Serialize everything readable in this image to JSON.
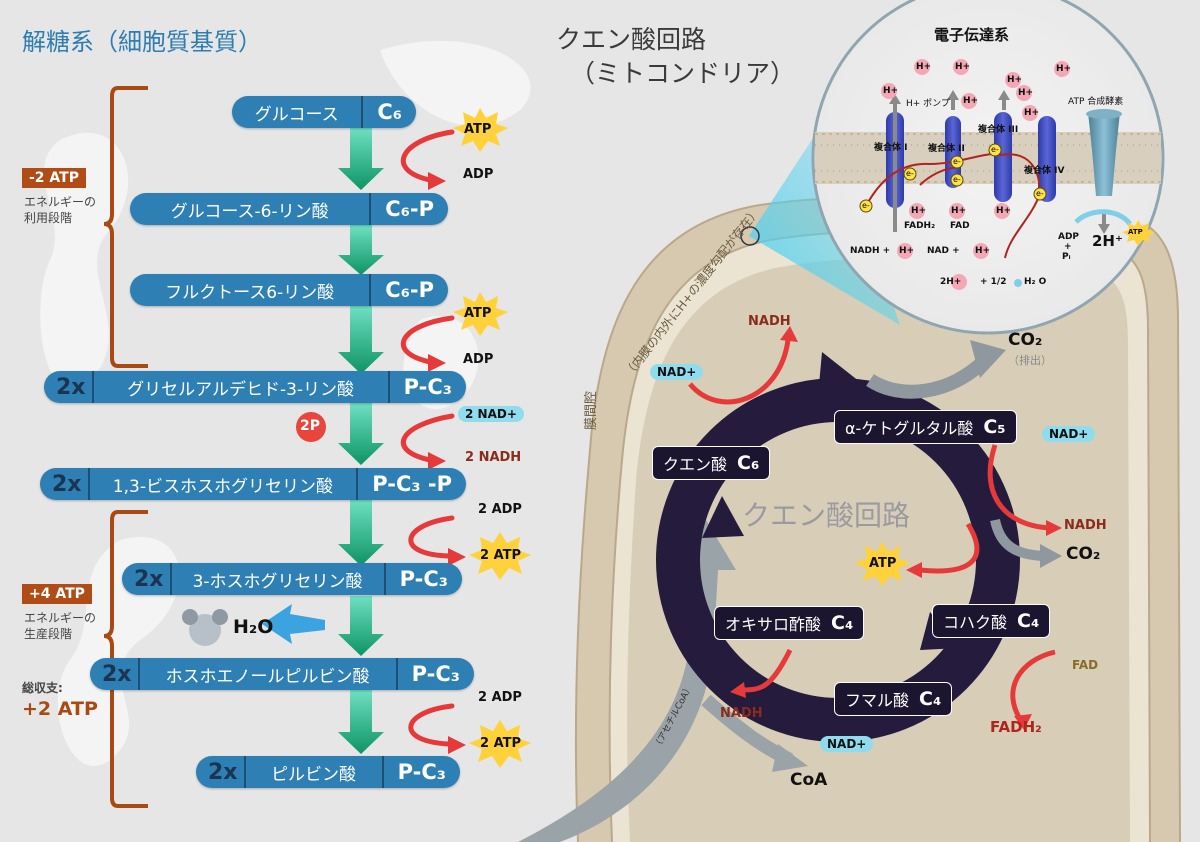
{
  "glycolysis": {
    "title": "解糖系（細胞質基質）",
    "steps": [
      {
        "name": "グルコース",
        "formula": "C₆",
        "mult": ""
      },
      {
        "name": "グルコース-6-リン酸",
        "formula": "C₆-P",
        "mult": ""
      },
      {
        "name": "フルクトース6-リン酸",
        "formula": "C₆-P",
        "mult": ""
      },
      {
        "name": "グリセルアルデヒド-3-リン酸",
        "formula": "P-C₃",
        "mult": "2x"
      },
      {
        "name": "1,3-ビスホスホグリセリン酸",
        "formula": "P-C₃ -P",
        "mult": "2x"
      },
      {
        "name": "3-ホスホグリセリン酸",
        "formula": "P-C₃",
        "mult": "2x"
      },
      {
        "name": "ホスホエノールピルビン酸",
        "formula": "P-C₃",
        "mult": "2x"
      },
      {
        "name": "ピルビン酸",
        "formula": "P-C₃",
        "mult": "2x"
      }
    ],
    "reactions": {
      "atp1": "ATP",
      "adp1": "ADP",
      "atp2": "ATP",
      "adp2": "ADP",
      "phosphate": "2P",
      "nad_in": "2 NAD+",
      "nadh_out": "2 NADH",
      "adp3": "2 ADP",
      "atp3": "2 ATP",
      "water": "H₂O",
      "adp4": "2 ADP",
      "atp4": "2 ATP"
    },
    "phase_invest": {
      "badge": "-2 ATP",
      "line1": "エネルギーの",
      "line2": "利用段階"
    },
    "phase_payoff": {
      "badge": "+4 ATP",
      "line1": "エネルギーの",
      "line2": "生産段階"
    },
    "net": {
      "label": "総収支:",
      "value": "+2 ATP"
    }
  },
  "citric": {
    "title_line1": "クエン酸回路",
    "title_line2": "（ミトコンドリア）",
    "center_label": "クエン酸回路",
    "intermembrane": "膜間腔",
    "gradient_note": "（内膜の内外にH+の濃度勾配が存在）",
    "acetyl": "（アセチルCoA）",
    "coa": "CoA",
    "compounds": {
      "citrate": {
        "name": "クエン酸",
        "formula": "C₆"
      },
      "akg": {
        "name": "α-ケトグルタル酸",
        "formula": "C₅"
      },
      "succ": {
        "name": "コハク酸",
        "formula": "C₄"
      },
      "fum": {
        "name": "フマル酸",
        "formula": "C₄"
      },
      "oxa": {
        "name": "オキサロ酢酸",
        "formula": "C₄"
      }
    },
    "labels": {
      "nadh_top": "NADH",
      "nad_top": "NAD+",
      "co2_top": "CO₂",
      "co2_top_note": "（排出）",
      "nad_right": "NAD+",
      "nadh_right": "NADH",
      "co2_right": "CO₂",
      "atp": "ATP",
      "fad": "FAD",
      "fadh2": "FADH₂",
      "nadh_bottom": "NADH",
      "nad_bottom": "NAD+"
    }
  },
  "etc": {
    "title": "電子伝達系",
    "pump": "H+ ポンプ",
    "synthase": "ATP 合成酵素",
    "complex1": "複合体 I",
    "complex2": "複合体 II",
    "complex3": "複合体 III",
    "complex4": "複合体 IV",
    "hplus": "H+",
    "electron": "e-",
    "fadh2": "FADH₂",
    "fad": "FAD",
    "nadh_eq": "NADH +",
    "nad_eq": "NAD +",
    "two_h": "2H+",
    "o2_eq": "+ 1/2",
    "h2o": "H₂ O",
    "adp": "ADP",
    "plus": "+",
    "pi": "Pᵢ",
    "two_h_out": "2H⁺",
    "atp": "ATP"
  },
  "colors": {
    "pill": "#2e7fb4",
    "bracket": "#a94a12",
    "cycle": "#241b3d",
    "arrow_green": "#15a87a",
    "arrow_red": "#e63a3a",
    "atp_star": "#ffd23c"
  }
}
